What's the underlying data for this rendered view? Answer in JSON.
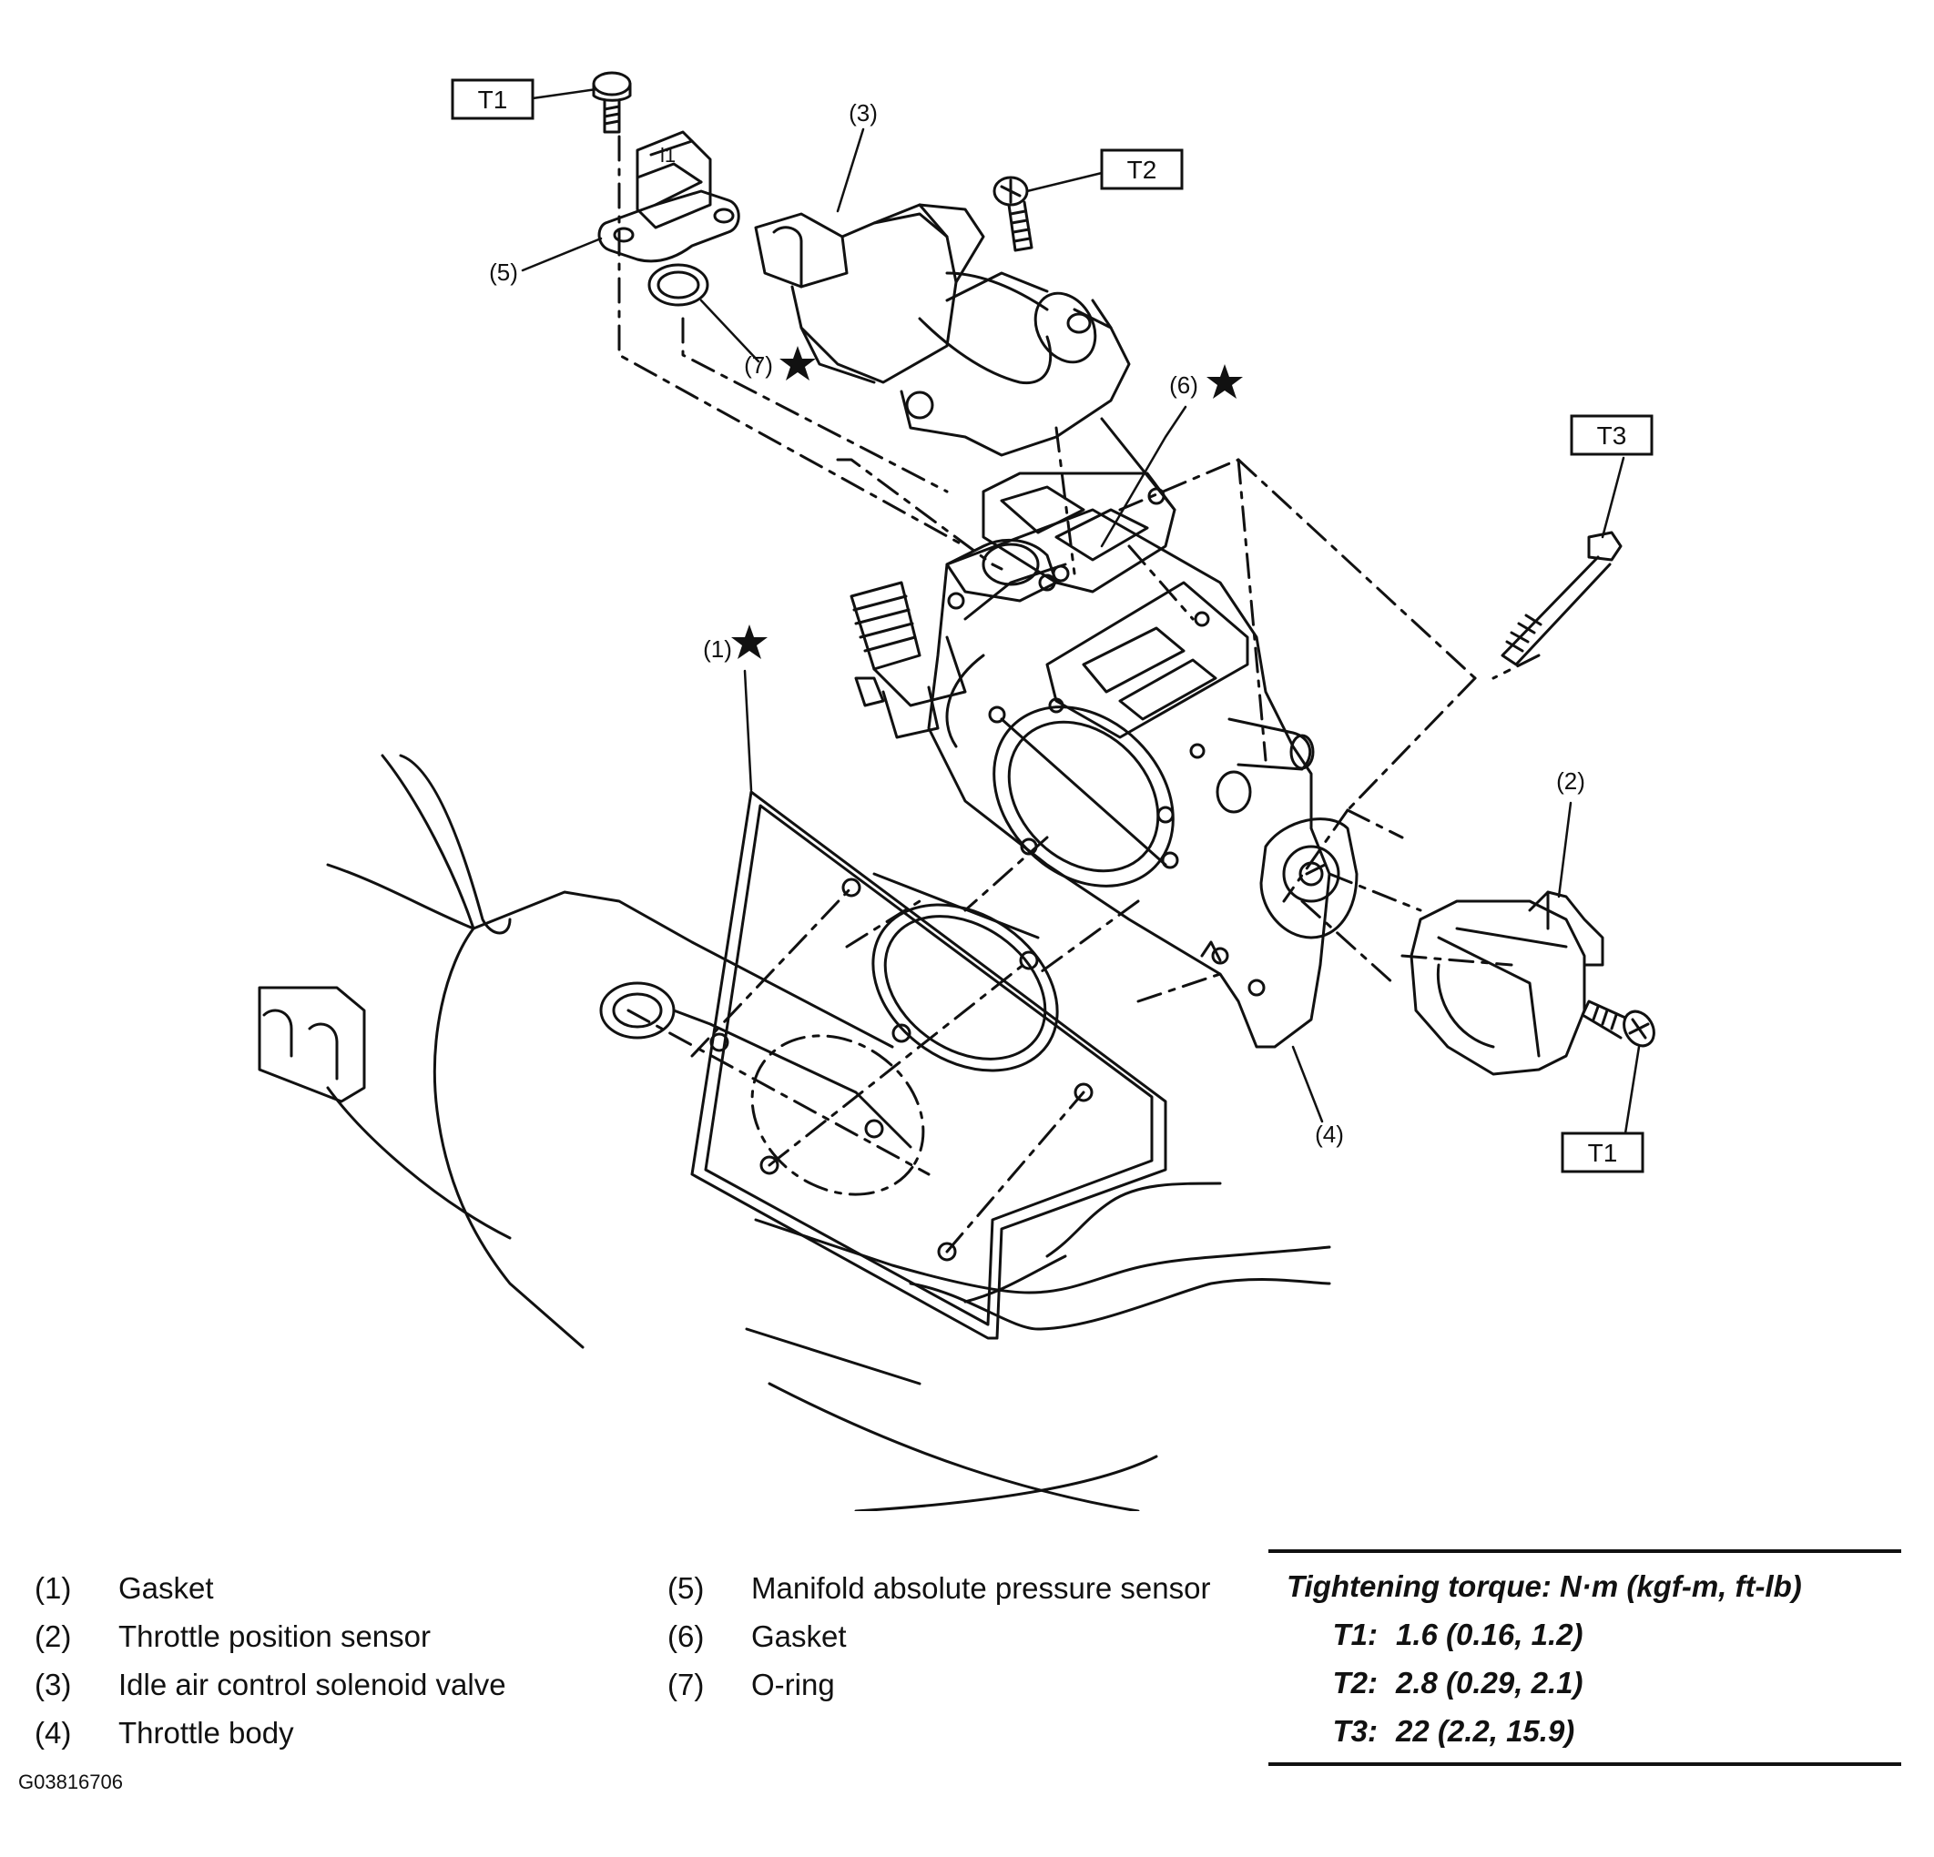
{
  "callouts": {
    "t1_top": "T1",
    "t1_bottom": "T1",
    "t2": "T2",
    "t3": "T3",
    "p1": "(1)",
    "p2": "(2)",
    "p3": "(3)",
    "p4": "(4)",
    "p5": "(5)",
    "p6": "(6)",
    "p7": "(7)"
  },
  "legend": {
    "left": [
      {
        "num": "(1)",
        "label": "Gasket"
      },
      {
        "num": "(2)",
        "label": "Throttle position sensor"
      },
      {
        "num": "(3)",
        "label": "Idle air control solenoid valve"
      },
      {
        "num": "(4)",
        "label": "Throttle body"
      }
    ],
    "middle": [
      {
        "num": "(5)",
        "label": "Manifold absolute pressure sensor"
      },
      {
        "num": "(6)",
        "label": "Gasket"
      },
      {
        "num": "(7)",
        "label": "O-ring"
      }
    ]
  },
  "torque": {
    "title": "Tightening torque: N·m (kgf-m, ft-lb)",
    "rows": [
      {
        "key": "T1:",
        "value": "1.6 (0.16, 1.2)"
      },
      {
        "key": "T2:",
        "value": "2.8 (0.29, 2.1)"
      },
      {
        "key": "T3:",
        "value": "22 (2.2, 15.9)"
      }
    ]
  },
  "figure_id": "G03816706"
}
